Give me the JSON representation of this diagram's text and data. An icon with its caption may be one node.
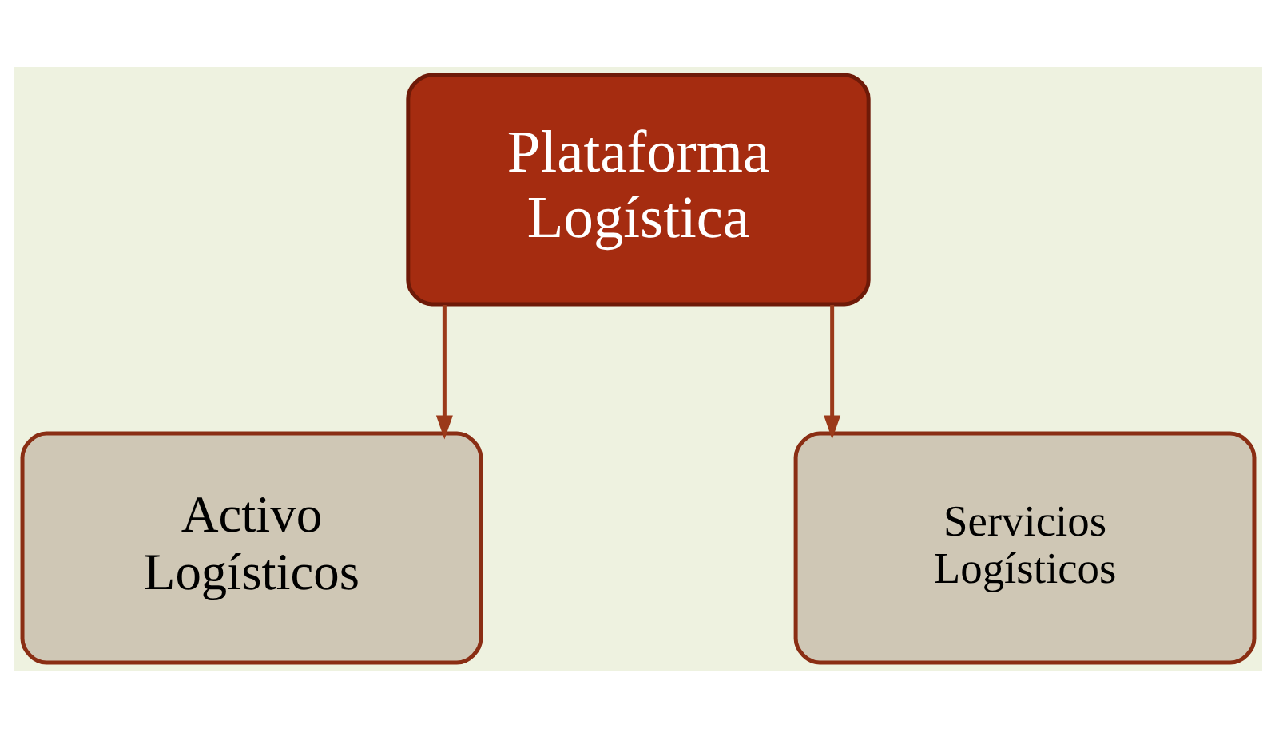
{
  "diagram": {
    "nodes": [
      {
        "text": [
          "Plataforma Logística"
        ]
      },
      {
        "text": [
          "Activo Logísticos"
        ]
      },
      {
        "text": [
          "Servicios Logísticos"
        ]
      }
    ],
    "edges": [
      {
        "from": 0,
        "to": 1,
        "arrow": "to"
      },
      {
        "from": 0,
        "to": 2,
        "arrow": "to"
      }
    ]
  }
}
